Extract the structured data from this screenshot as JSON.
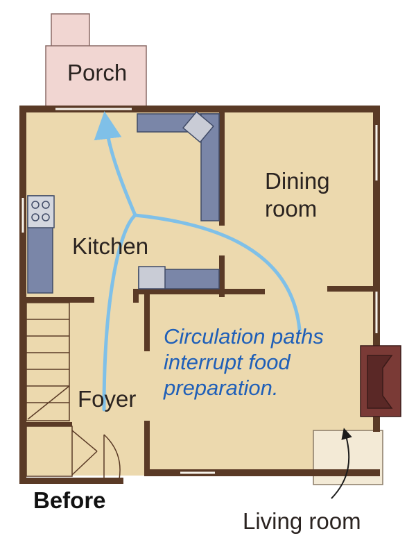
{
  "rooms": {
    "porch": "Porch",
    "dining_line1": "Dining",
    "dining_line2": "room",
    "kitchen": "Kitchen",
    "foyer": "Foyer",
    "living_room": "Living room"
  },
  "callout": {
    "line1": "Circulation paths",
    "line2": "interrupt food",
    "line3": "preparation."
  },
  "caption": "Before",
  "colors": {
    "floor": "#ecd9ae",
    "wall": "#5a3a26",
    "counter": "#7a86a8",
    "arrow": "#7fc0e8",
    "callout_text": "#1f5fb8",
    "porch": "#f1d6d2",
    "fireplace": "#7a3a36"
  }
}
